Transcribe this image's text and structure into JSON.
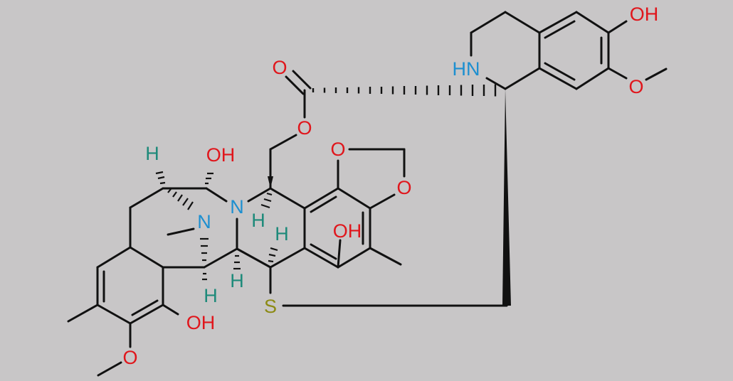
{
  "colors": {
    "background": "#c8c6c7",
    "bond": "#111111",
    "oxygen": "#e0161c",
    "nitrogen": "#1d8fd0",
    "hydrogen": "#1e8a7a",
    "sulfur": "#8c8a14"
  },
  "labels": {
    "oh_top_right": "OH",
    "o_methoxy_top": "O",
    "nh_top": "HN",
    "o_carbonyl": "O",
    "o_ester": "O",
    "o_dioxole_upper": "O",
    "o_dioxole_lower": "O",
    "oh_upper": "OH",
    "h_upper_left": "H",
    "n_central": "N",
    "h_central": "H",
    "n_bridge": "N",
    "oh_middle": "OH",
    "h_middle": "H",
    "h_lower_left": "H",
    "h_lower_mid": "H",
    "s_atom": "S",
    "oh_lower": "OH",
    "o_methoxy_bottom": "O"
  }
}
